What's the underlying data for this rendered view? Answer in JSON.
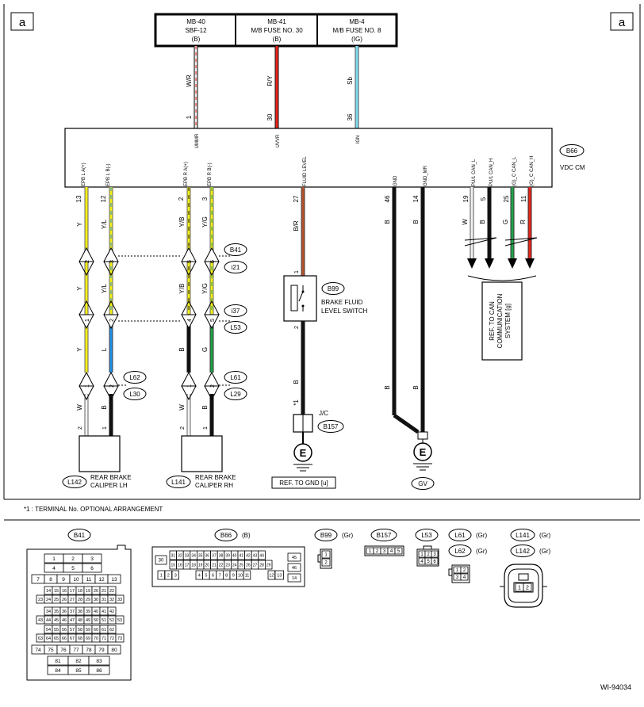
{
  "page_marker": "a",
  "fuse_boxes": [
    {
      "lines": [
        "MB-40",
        "SBF-12",
        "(B)"
      ]
    },
    {
      "lines": [
        "MB-41",
        "M/B FUSE NO. 30",
        "(B)"
      ]
    },
    {
      "lines": [
        "MB-4",
        "M/B FUSE NO. 8",
        "(IG)"
      ]
    }
  ],
  "feed_wires": [
    {
      "color_code": "W/R",
      "pin": "1",
      "terminal": "UMMR"
    },
    {
      "color_code": "R/Y",
      "pin": "30",
      "terminal": "UVVR"
    },
    {
      "color_code": "Sb",
      "pin": "36",
      "terminal": "IGN"
    }
  ],
  "module": {
    "connector": "B66",
    "name": "VDC CM"
  },
  "module_pins": [
    {
      "name": "EPB L A(+)",
      "pin": "13"
    },
    {
      "name": "EPB L B(-)",
      "pin": "12"
    },
    {
      "name": "EPB R A(+)",
      "pin": "2"
    },
    {
      "name": "EPB R B(-)",
      "pin": "3"
    },
    {
      "name": "FLUID LEVEL",
      "pin": "27"
    },
    {
      "name": "GND",
      "pin": "46"
    },
    {
      "name": "GND_MR",
      "pin": "14"
    },
    {
      "name": "PU/1 CAN_L",
      "pin": "19"
    },
    {
      "name": "PU/1 CAN_H",
      "pin": "5"
    },
    {
      "name": "(G)_C CAN_L",
      "pin": "25"
    },
    {
      "name": "(G)_C CAN_H",
      "pin": "11"
    }
  ],
  "wire_codes": {
    "l1": [
      "Y",
      "Y",
      "Y",
      "W"
    ],
    "l2": [
      "Y/L",
      "Y/L",
      "L",
      "B"
    ],
    "r1": [
      "Y/B",
      "Y/B",
      "B",
      "W"
    ],
    "r2": [
      "Y/G",
      "Y/G",
      "G",
      "B"
    ],
    "fluid": [
      "B/R",
      "B"
    ],
    "gnd": [
      "B",
      "B"
    ],
    "gnd_mr": [
      "B",
      "B"
    ],
    "can": [
      "W",
      "B",
      "G",
      "R"
    ]
  },
  "connector_pins": {
    "b41_i21": [
      "2",
      "3",
      "5",
      "6"
    ],
    "i37_l53": [
      "1",
      "2",
      "4",
      "5"
    ],
    "l62_l30": [
      "1",
      "2"
    ],
    "l61_l29": [
      "1",
      "2"
    ],
    "calipers": [
      "2",
      "1"
    ],
    "b99": [
      "1",
      "2"
    ]
  },
  "connector_refs": {
    "b41": "B41",
    "i21": "i21",
    "i37": "i37",
    "l53": "L53",
    "l62": "L62",
    "l30": "L30",
    "l61": "L61",
    "l29": "L29",
    "b99": "B99",
    "b157": "B157",
    "l142": "L142",
    "l141": "L141"
  },
  "components": {
    "caliper_lh": [
      "REAR BRAKE",
      "CALIPER LH"
    ],
    "caliper_rh": [
      "REAR BRAKE",
      "CALIPER RH"
    ],
    "switch": [
      "BRAKE FLUID",
      "LEVEL SWITCH"
    ],
    "jc": "J/C",
    "star": "*1",
    "ground_symbol": "E",
    "ref_gnd": "REF. TO GND [u]",
    "gv": "GV",
    "can_ref": [
      "REF. TO CAN",
      "COMMUNICATION",
      "SYSTEM [g]"
    ]
  },
  "footnote": "*1 : TERMINAL No. OPTIONAL ARRANGEMENT",
  "connector_faces": {
    "b41": {
      "label": "B41",
      "rows": [
        [
          "1",
          "2",
          "3"
        ],
        [
          "4",
          "5",
          "6"
        ],
        [
          "7",
          "8",
          "9",
          "10",
          "11",
          "12",
          "13"
        ],
        [
          "14",
          "15",
          "16",
          "17",
          "18",
          "19",
          "20",
          "21",
          "22"
        ],
        [
          "23",
          "24",
          "25",
          "26",
          "27",
          "28",
          "29",
          "30",
          "31",
          "32",
          "33"
        ],
        [
          "34",
          "35",
          "36",
          "37",
          "38",
          "39",
          "40",
          "41",
          "42"
        ],
        [
          "43",
          "44",
          "45",
          "46",
          "47",
          "48",
          "49",
          "50",
          "51",
          "52",
          "53"
        ],
        [
          "54",
          "55",
          "56",
          "57",
          "58",
          "59",
          "60",
          "61",
          "62"
        ],
        [
          "63",
          "64",
          "65",
          "66",
          "67",
          "68",
          "69",
          "70",
          "71",
          "72",
          "73"
        ],
        [
          "74",
          "75",
          "76",
          "77",
          "78",
          "79",
          "80"
        ],
        [
          "81",
          "82",
          "83"
        ],
        [
          "84",
          "85",
          "86"
        ]
      ]
    },
    "b66": {
      "label": "B66",
      "color": "(B)",
      "rows": [
        [
          "31",
          "32",
          "33",
          "34",
          "35",
          "36",
          "37",
          "38",
          "39",
          "40",
          "41",
          "42",
          "43",
          "44",
          "45",
          "46"
        ],
        [
          "15",
          "16",
          "17",
          "18",
          "19",
          "20",
          "21",
          "22",
          "23",
          "24",
          "25",
          "26",
          "27",
          "28",
          "29"
        ],
        [
          "1",
          "2",
          "3",
          "4",
          "5",
          "6",
          "7",
          "8",
          "9",
          "10",
          "11",
          "12",
          "13",
          "14"
        ]
      ]
    },
    "b99": {
      "label": "B99",
      "color": "(Gr)",
      "pins": [
        "1",
        "2"
      ]
    },
    "b157": {
      "label": "B157",
      "pins": [
        "1",
        "2",
        "3",
        "4",
        "5"
      ]
    },
    "l53": {
      "label": "L53",
      "pins": [
        "1",
        "2",
        "3",
        "4",
        "5",
        "6"
      ]
    },
    "l61": {
      "label": "L61",
      "color": "(Gr)"
    },
    "l62": {
      "label": "L62",
      "color": "(Gr)",
      "pins": [
        "1",
        "2",
        "3",
        "4"
      ]
    },
    "l141": {
      "label": "L141",
      "color": "(Gr)"
    },
    "l142": {
      "label": "L142",
      "color": "(Gr)",
      "pins": [
        "1",
        "2"
      ]
    }
  },
  "doc_id": "WI-94034",
  "wire_colors": {
    "W": "#f2f2f2",
    "Y": "#f5ef1a",
    "B": "#111111",
    "L": "#1f8fe6",
    "G": "#22a34a",
    "R": "#e8231b",
    "Br": "#b5532a",
    "Sb": "#7fdcef",
    "W/R_stripe": "#e8231b"
  }
}
